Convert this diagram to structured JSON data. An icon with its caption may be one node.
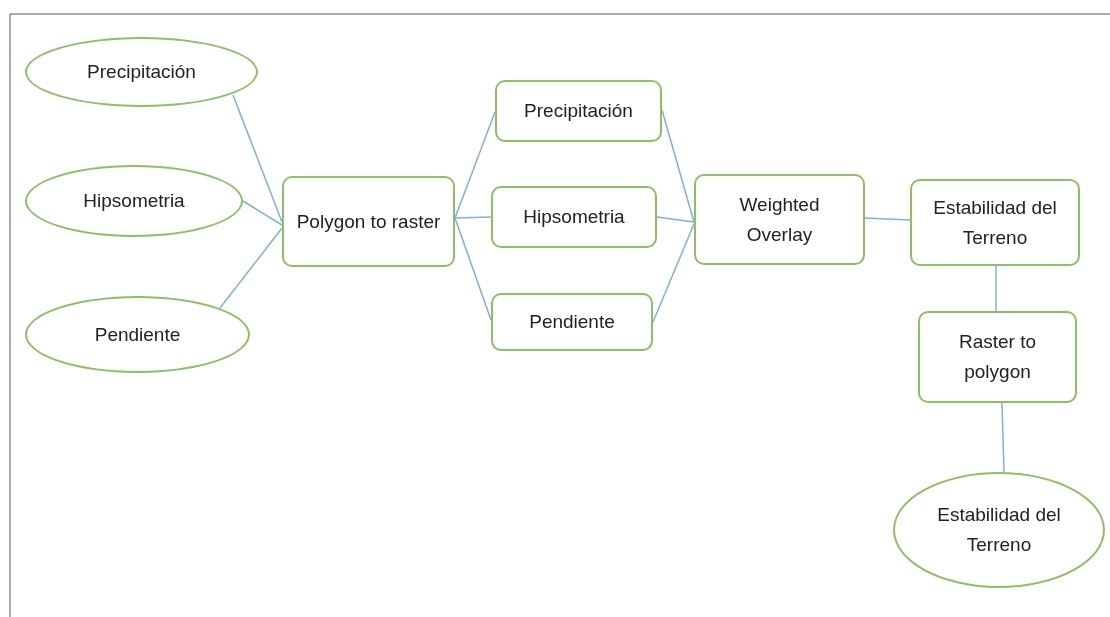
{
  "diagram": {
    "nodes": [
      {
        "text": [
          "Precipitación"
        ]
      },
      {
        "text": [
          "Hipsometria"
        ]
      },
      {
        "text": [
          "Pendiente"
        ]
      },
      {
        "text": [
          "Polygon to raster"
        ]
      },
      {
        "text": [
          "Precipitación"
        ]
      },
      {
        "text": [
          "Hipsometria"
        ]
      },
      {
        "text": [
          "Pendiente"
        ]
      },
      {
        "text": [
          "Weighted Overlay"
        ]
      },
      {
        "text": [
          "Estabilidad del Terreno"
        ]
      },
      {
        "text": [
          "Raster to polygon"
        ]
      },
      {
        "text": [
          "Estabilidad del Terreno"
        ]
      }
    ],
    "edges": [
      {
        "from": 0,
        "to": 3,
        "arrow": "none"
      },
      {
        "from": 1,
        "to": 3,
        "arrow": "none"
      },
      {
        "from": 2,
        "to": 3,
        "arrow": "none"
      },
      {
        "from": 3,
        "to": 4,
        "arrow": "none"
      },
      {
        "from": 3,
        "to": 5,
        "arrow": "none"
      },
      {
        "from": 3,
        "to": 6,
        "arrow": "none"
      },
      {
        "from": 4,
        "to": 7,
        "arrow": "none"
      },
      {
        "from": 5,
        "to": 7,
        "arrow": "none"
      },
      {
        "from": 6,
        "to": 7,
        "arrow": "none"
      },
      {
        "from": 7,
        "to": 8,
        "arrow": "none"
      },
      {
        "from": 8,
        "to": 9,
        "arrow": "none"
      },
      {
        "from": 9,
        "to": 10,
        "arrow": "none"
      }
    ]
  }
}
